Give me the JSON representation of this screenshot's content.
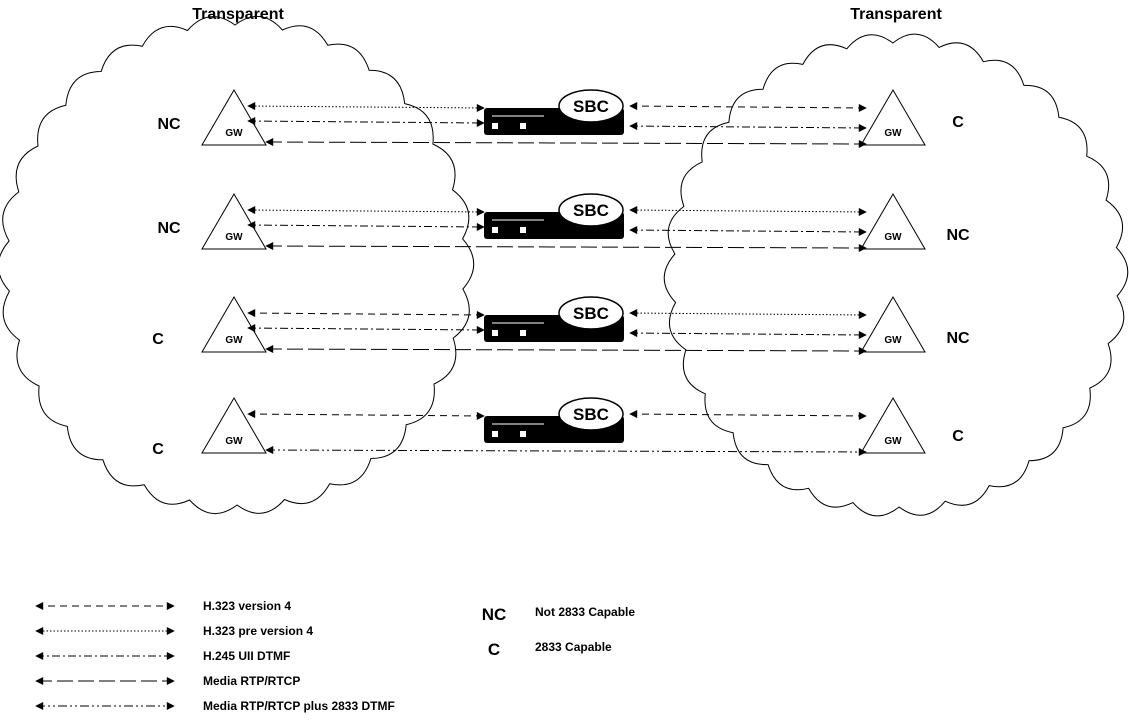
{
  "clouds": {
    "left_title": "Transparent",
    "right_title": "Transparent"
  },
  "device": {
    "gw_label": "GW",
    "sbc_label": "SBC"
  },
  "rows": [
    {
      "left_cap": "NC",
      "right_cap": "C",
      "links": [
        {
          "side": "left",
          "style": "dotted"
        },
        {
          "side": "left",
          "style": "dashdot"
        },
        {
          "side": "right",
          "style": "dashed"
        },
        {
          "side": "right",
          "style": "dashdot"
        },
        {
          "side": "through",
          "style": "longdash"
        }
      ]
    },
    {
      "left_cap": "NC",
      "right_cap": "NC",
      "links": [
        {
          "side": "left",
          "style": "dotted"
        },
        {
          "side": "left",
          "style": "dashdot"
        },
        {
          "side": "right",
          "style": "dotted"
        },
        {
          "side": "right",
          "style": "dashdot"
        },
        {
          "side": "through",
          "style": "longdash"
        }
      ]
    },
    {
      "left_cap": "C",
      "right_cap": "NC",
      "links": [
        {
          "side": "left",
          "style": "dashed"
        },
        {
          "side": "left",
          "style": "dashdot"
        },
        {
          "side": "right",
          "style": "dotted"
        },
        {
          "side": "right",
          "style": "dashdot"
        },
        {
          "side": "through",
          "style": "longdash"
        }
      ]
    },
    {
      "left_cap": "C",
      "right_cap": "C",
      "links": [
        {
          "side": "left",
          "style": "dashed"
        },
        {
          "side": "right",
          "style": "dashed"
        },
        {
          "side": "through",
          "style": "dashdotdot"
        }
      ]
    }
  ],
  "legend": {
    "lines": [
      {
        "style": "dashed",
        "label": "H.323 version 4"
      },
      {
        "style": "dotted",
        "label": "H.323 pre version 4"
      },
      {
        "style": "dashdot",
        "label": "H.245 UII DTMF"
      },
      {
        "style": "longdash",
        "label": "Media RTP/RTCP"
      },
      {
        "style": "dashdotdot",
        "label": "Media RTP/RTCP plus 2833 DTMF"
      }
    ],
    "keys": [
      {
        "symbol": "NC",
        "label": "Not 2833 Capable"
      },
      {
        "symbol": "C",
        "label": "2833 Capable"
      }
    ]
  }
}
